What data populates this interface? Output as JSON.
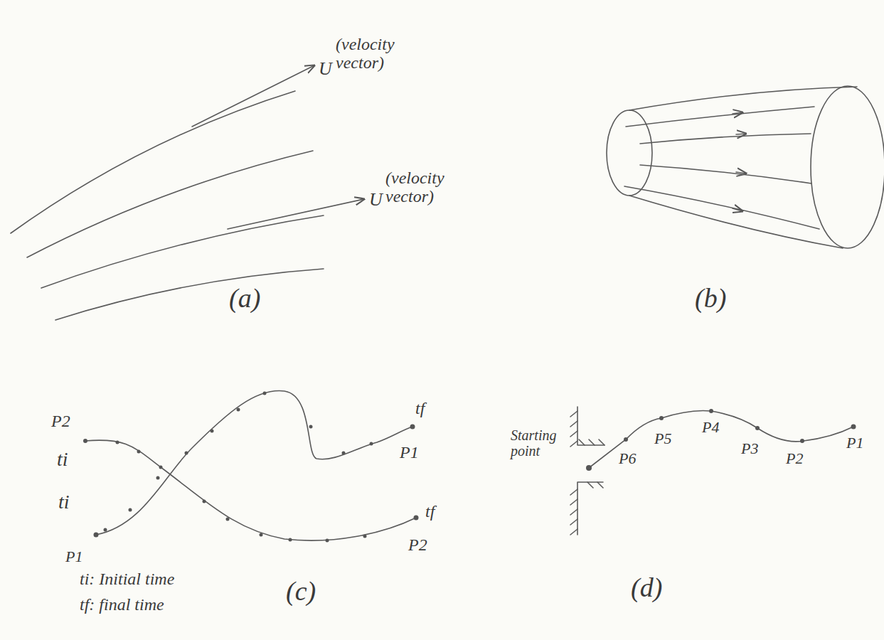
{
  "diagram": {
    "labels": [
      "U",
      "(velocity vector)",
      "U",
      "(velocity vector)",
      "(a)",
      "(b)",
      "P2",
      "ti",
      "tf",
      "P1",
      "ti",
      "tf",
      "P2",
      "P1",
      "ti: Initial time",
      "tf: final time",
      "(c)",
      "Starting point",
      "P6",
      "P5",
      "P4",
      "P3",
      "P2",
      "P1",
      "(d)"
    ]
  }
}
